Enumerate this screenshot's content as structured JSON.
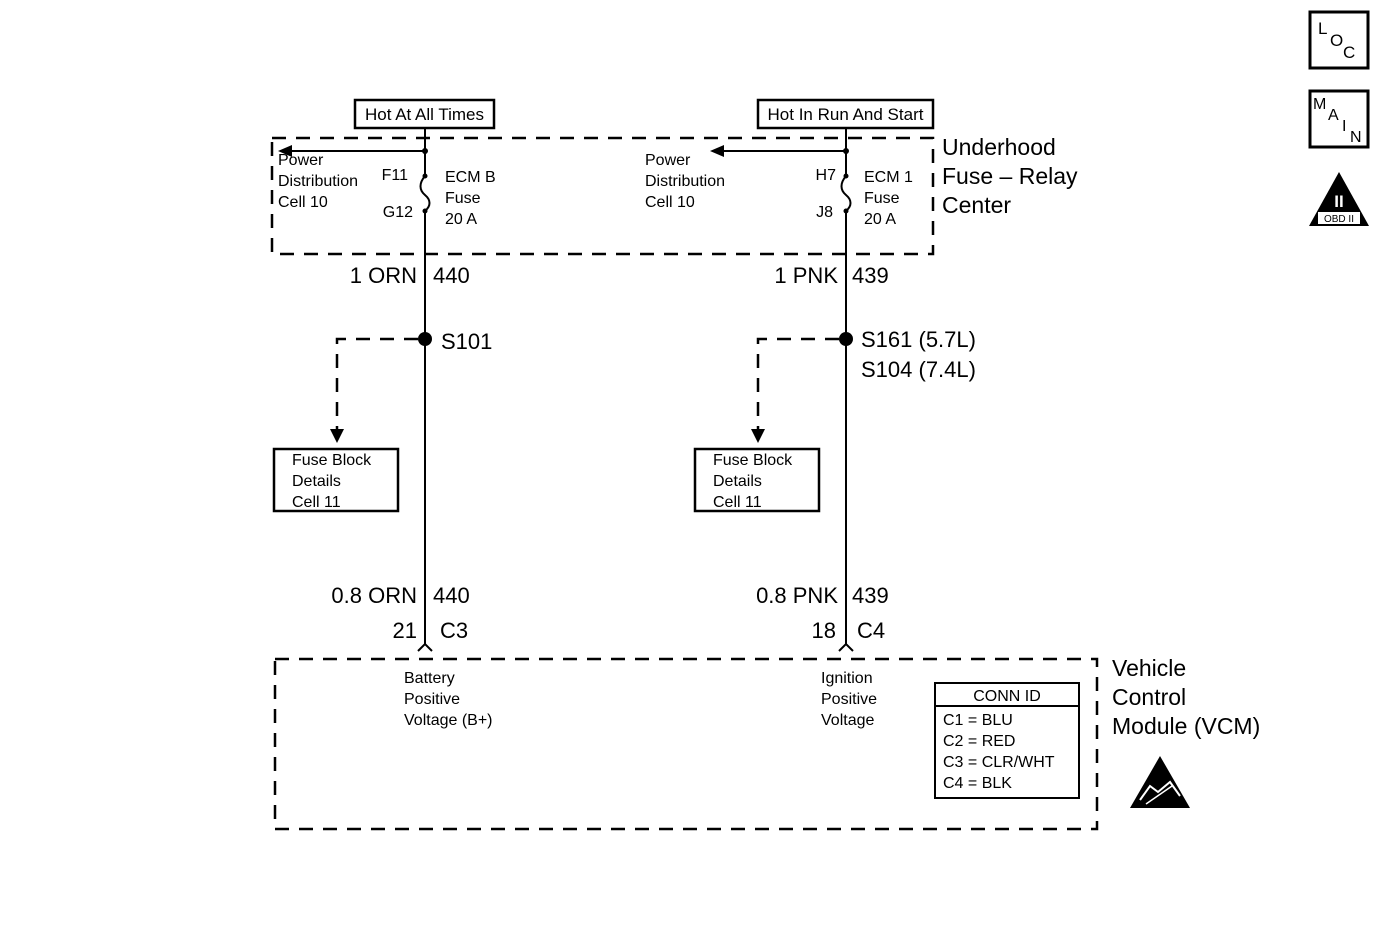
{
  "nav": {
    "loc": [
      "L",
      "O",
      "C"
    ],
    "main": [
      "M",
      "A",
      "I",
      "N"
    ],
    "obd": {
      "numeral": "II",
      "label": "OBD II"
    }
  },
  "left_circuit": {
    "source_label": "Hot At All Times",
    "power_dist": [
      "Power",
      "Distribution",
      "Cell 10"
    ],
    "pin_top": "F11",
    "pin_bottom": "G12",
    "fuse": [
      "ECM B",
      "Fuse",
      "20 A"
    ],
    "wire_top": {
      "gauge_color": "1 ORN",
      "circuit": "440"
    },
    "splice": "S101",
    "fuse_block": [
      "Fuse Block",
      "Details",
      "Cell 11"
    ],
    "wire_bottom": {
      "gauge_color": "0.8 ORN",
      "circuit": "440"
    },
    "connector": {
      "pin": "21",
      "conn": "C3"
    },
    "function": [
      "Battery",
      "Positive",
      "Voltage (B+)"
    ]
  },
  "right_circuit": {
    "source_label": "Hot In Run And Start",
    "power_dist": [
      "Power",
      "Distribution",
      "Cell 10"
    ],
    "pin_top": "H7",
    "pin_bottom": "J8",
    "fuse": [
      "ECM 1",
      "Fuse",
      "20 A"
    ],
    "wire_top": {
      "gauge_color": "1 PNK",
      "circuit": "439"
    },
    "splice": [
      "S161 (5.7L)",
      "S104 (7.4L)"
    ],
    "fuse_block": [
      "Fuse Block",
      "Details",
      "Cell 11"
    ],
    "wire_bottom": {
      "gauge_color": "0.8 PNK",
      "circuit": "439"
    },
    "connector": {
      "pin": "18",
      "conn": "C4"
    },
    "function": [
      "Ignition",
      "Positive",
      "Voltage"
    ]
  },
  "relay_center": [
    "Underhood",
    "Fuse – Relay",
    "Center"
  ],
  "vcm": [
    "Vehicle",
    "Control",
    "Module (VCM)"
  ],
  "conn_id": {
    "title": "CONN ID",
    "rows": [
      "C1 = BLU",
      "C2 = RED",
      "C3 = CLR/WHT",
      "C4 = BLK"
    ]
  }
}
